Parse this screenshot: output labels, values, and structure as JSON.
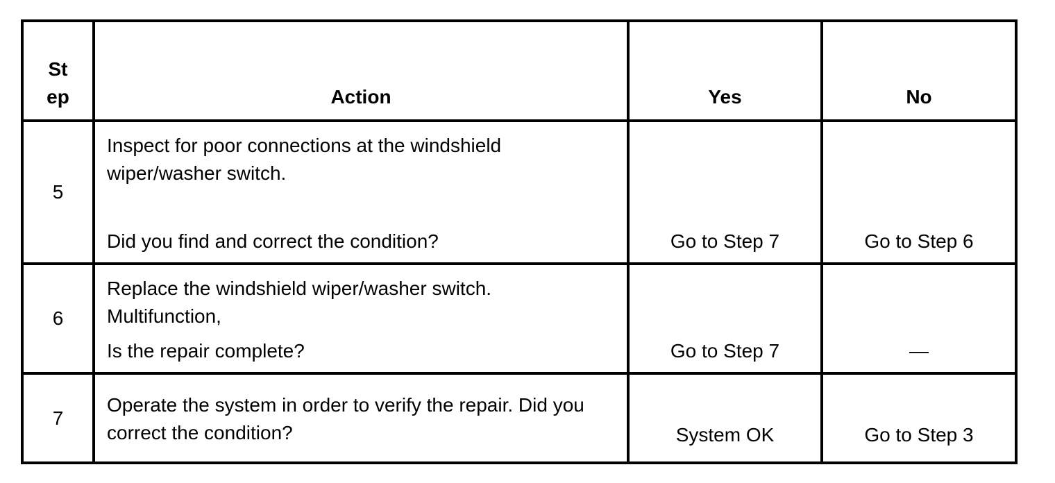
{
  "table": {
    "headers": {
      "step": "St\nep",
      "action": "Action",
      "yes": "Yes",
      "no": "No"
    },
    "rows": [
      {
        "step": "5",
        "action_lines": [
          "Inspect for poor connections at the windshield",
          "wiper/washer switch."
        ],
        "question": "Did you find and correct the condition?",
        "yes": "Go to Step 7",
        "no": "Go to Step 6"
      },
      {
        "step": "6",
        "action_lines": [
          "Replace the windshield wiper/washer switch.",
          "Multifunction,"
        ],
        "question": "Is the repair complete?",
        "yes": "Go to Step 7",
        "no": "—"
      },
      {
        "step": "7",
        "action_lines": [
          "Operate the system in order to verify the repair. Did you",
          "correct the condition?"
        ],
        "yes": "System OK",
        "no": "Go to Step 3"
      }
    ]
  },
  "colors": {
    "border": "#000000",
    "text": "#000000",
    "background": "#ffffff"
  }
}
